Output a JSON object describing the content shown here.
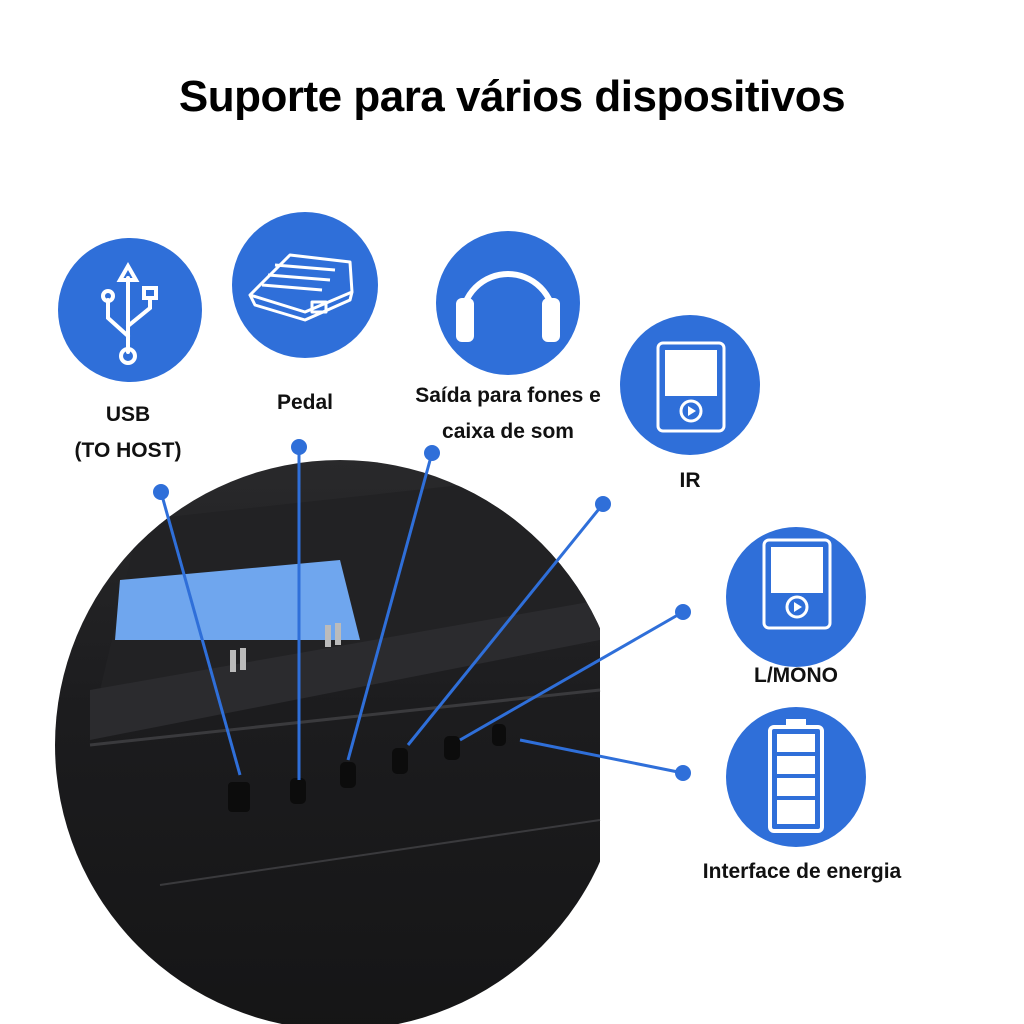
{
  "title": "Suporte para vários dispositivos",
  "accent_color": "#2f6fd9",
  "features": [
    {
      "icon": "usb-icon",
      "label_lines": [
        "USB",
        "(TO HOST)"
      ]
    },
    {
      "icon": "pedal-icon",
      "label_lines": [
        "Pedal"
      ]
    },
    {
      "icon": "headphones-icon",
      "label_lines": [
        "Saída para fones e",
        "caixa de som"
      ]
    },
    {
      "icon": "media-player-icon",
      "label_lines": [
        "IR"
      ]
    },
    {
      "icon": "media-player-icon",
      "label_lines": [
        "L/MONO"
      ]
    },
    {
      "icon": "battery-icon",
      "label_lines": [
        "Interface de energia"
      ]
    }
  ]
}
